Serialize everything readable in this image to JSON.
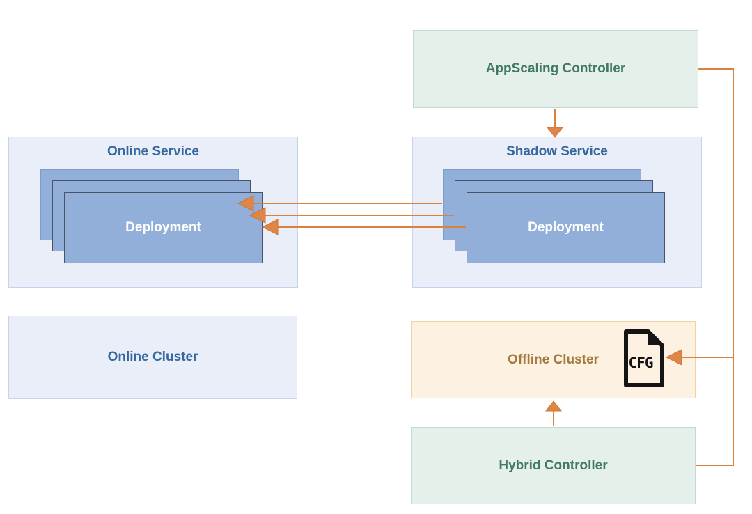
{
  "nodes": {
    "appscaling_controller": {
      "label": "AppScaling Controller"
    },
    "online_service": {
      "title": "Online Service",
      "deployment": "Deployment"
    },
    "shadow_service": {
      "title": "Shadow Service",
      "deployment": "Deployment"
    },
    "online_cluster": {
      "label": "Online Cluster"
    },
    "offline_cluster": {
      "label": "Offline Cluster",
      "file_icon_text": "CFG"
    },
    "hybrid_controller": {
      "label": "Hybrid Controller"
    }
  },
  "edges": {
    "appscaling_to_shadow_service": "arrow-down",
    "shadow_deployments_to_online_deployments": "three-arrows-left",
    "appscaling_and_hybrid_to_cfg": "arrow-left-into-cfg-file",
    "hybrid_to_offline_cluster": "arrow-up"
  },
  "colors": {
    "green_fill": "#e6f0ea",
    "green_border": "#c2dbd0",
    "green_text": "#3f7a61",
    "blue_panel_fill": "#e9eef8",
    "blue_panel_border": "#c6d3ec",
    "blue_text": "#35689f",
    "deployment_fill": "#91afd8",
    "deployment_border": "#46536a",
    "deployment_text": "#ffffff",
    "peach_fill": "#fdf1e2",
    "peach_border": "#f3d1a4",
    "gold_text": "#a27a3c",
    "arrow": "#d9813d",
    "arrow_head": "#dd8647",
    "icon_black": "#141414"
  }
}
